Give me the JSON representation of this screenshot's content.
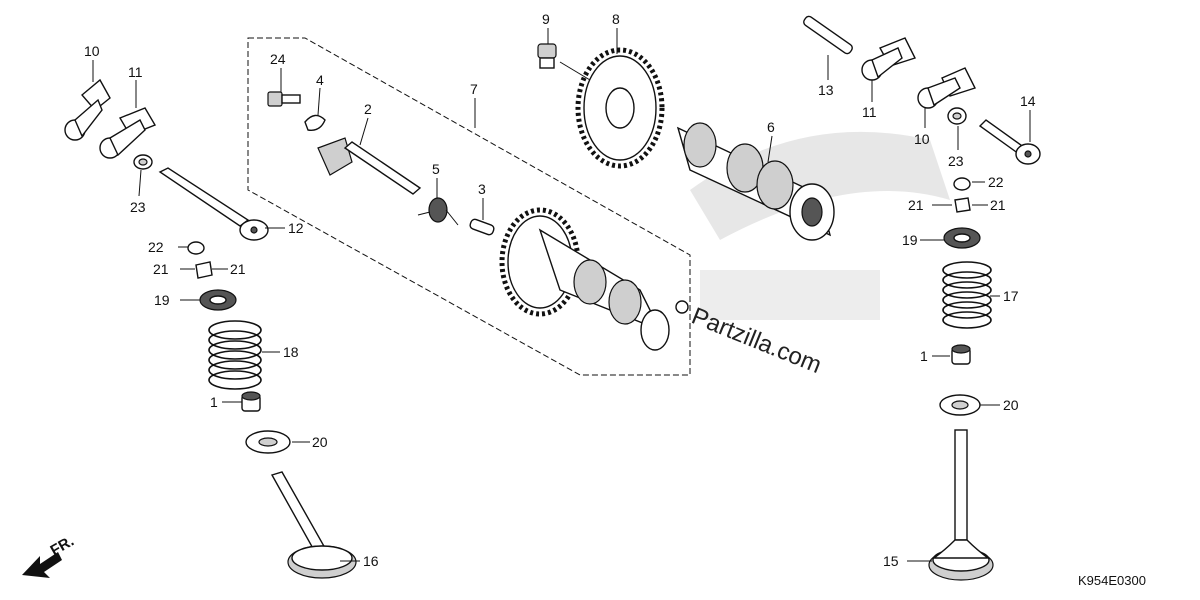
{
  "callouts": {
    "c1a": "1",
    "c1b": "1",
    "c2": "2",
    "c3": "3",
    "c4": "4",
    "c5": "5",
    "c6": "6",
    "c7": "7",
    "c8": "8",
    "c9": "9",
    "c10a": "10",
    "c10b": "10",
    "c11a": "11",
    "c11b": "11",
    "c12": "12",
    "c13": "13",
    "c14": "14",
    "c15": "15",
    "c16": "16",
    "c17": "17",
    "c18": "18",
    "c19a": "19",
    "c19b": "19",
    "c20a": "20",
    "c20b": "20",
    "c21a": "21",
    "c21b": "21",
    "c21c": "21",
    "c21d": "21",
    "c22a": "22",
    "c22b": "22",
    "c23a": "23",
    "c23b": "23",
    "c24": "24"
  },
  "front_arrow_label": "FR.",
  "watermark": "Partzilla.com",
  "diagram_code": "K954E0300",
  "colors": {
    "ink": "#111111",
    "shade": "#cfcfcf",
    "background": "#ffffff"
  }
}
